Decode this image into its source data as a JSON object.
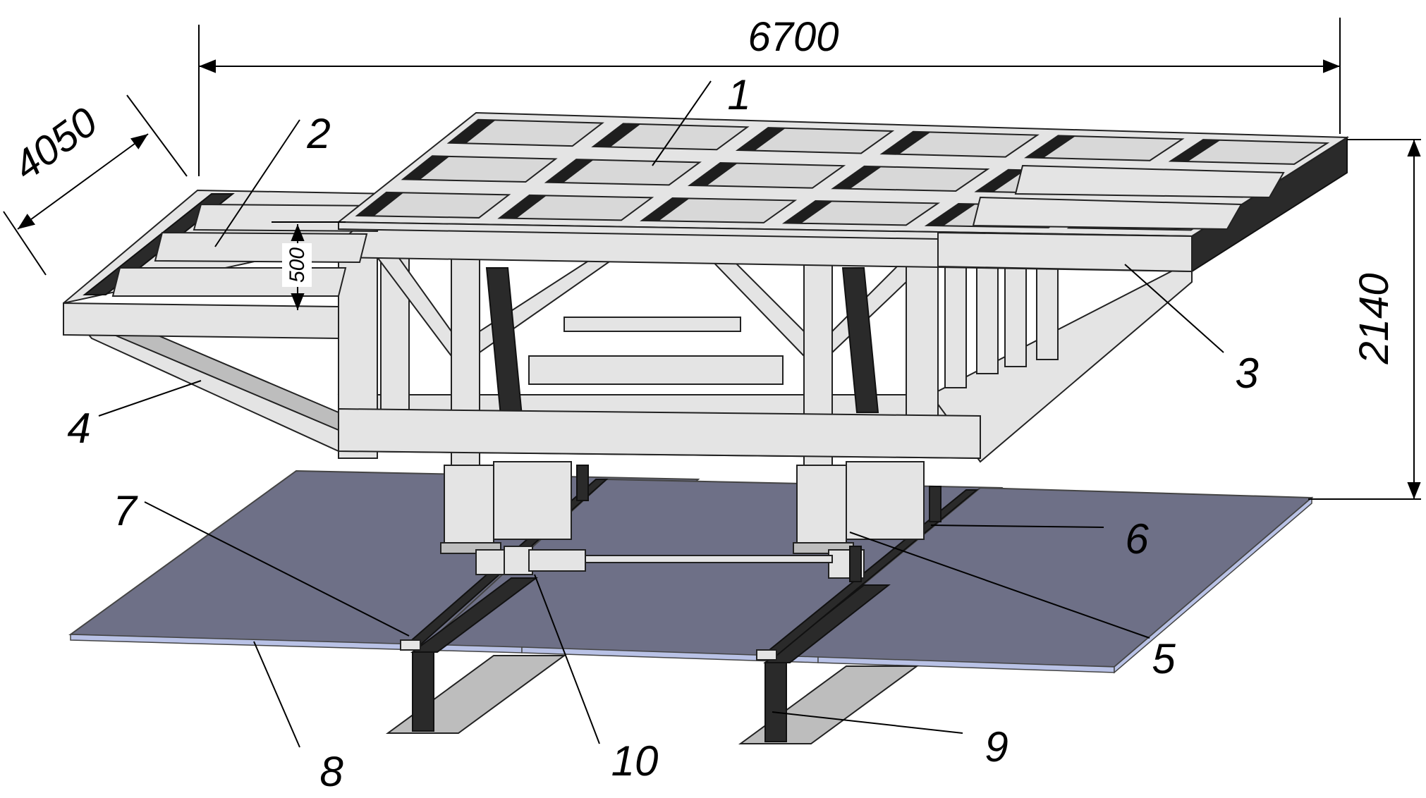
{
  "dimensions": {
    "length": "6700",
    "width": "4050",
    "height": "2140",
    "beam_depth": "500"
  },
  "callouts": [
    "1",
    "2",
    "3",
    "4",
    "5",
    "6",
    "7",
    "8",
    "9",
    "10"
  ]
}
